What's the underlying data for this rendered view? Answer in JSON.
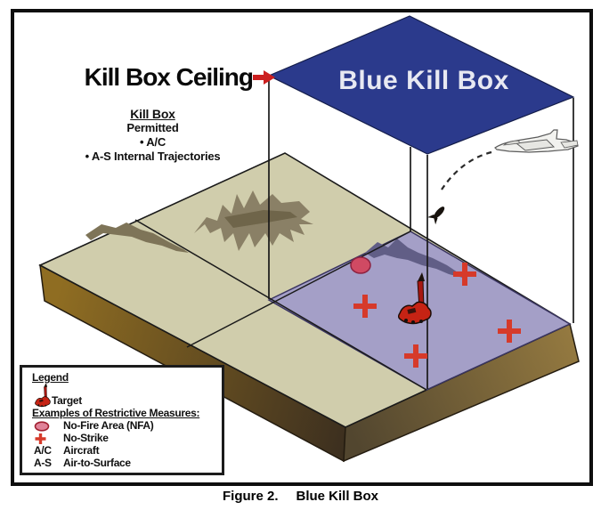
{
  "figure": {
    "caption_label": "Figure 2.",
    "caption_title": "Blue Kill Box"
  },
  "diagram": {
    "ceiling_label": "Kill Box Ceiling",
    "box_label": "Blue Kill Box",
    "permitted": {
      "heading": "Kill Box",
      "subheading": "Permitted",
      "items": [
        "• A/C",
        "• A-S Internal Trajectories"
      ]
    }
  },
  "legend": {
    "title": "Legend",
    "target": {
      "icon": "target-icon",
      "label": "Target"
    },
    "section_heading": "Examples of Restrictive Measures:",
    "rows": [
      {
        "icon": "nfa-ellipse-icon",
        "abbr": "",
        "label": "No-Fire Area (NFA)"
      },
      {
        "icon": "no-strike-cross-icon",
        "abbr": "",
        "label": "No-Strike"
      },
      {
        "icon": "",
        "abbr": "A/C",
        "label": "Aircraft"
      },
      {
        "icon": "",
        "abbr": "A-S",
        "label": "Air-to-Surface"
      }
    ]
  },
  "colors": {
    "kill_box_blue": "#2b3a8c",
    "box_label_text": "#e8e9f2",
    "zone_purple": "#a49fc7",
    "terrain_tan": "#d0cdac",
    "accent_red": "#d63a2a",
    "arrow_red": "#cc1f1f",
    "nfa_fill": "#d04a63",
    "target_red": "#c62314"
  }
}
